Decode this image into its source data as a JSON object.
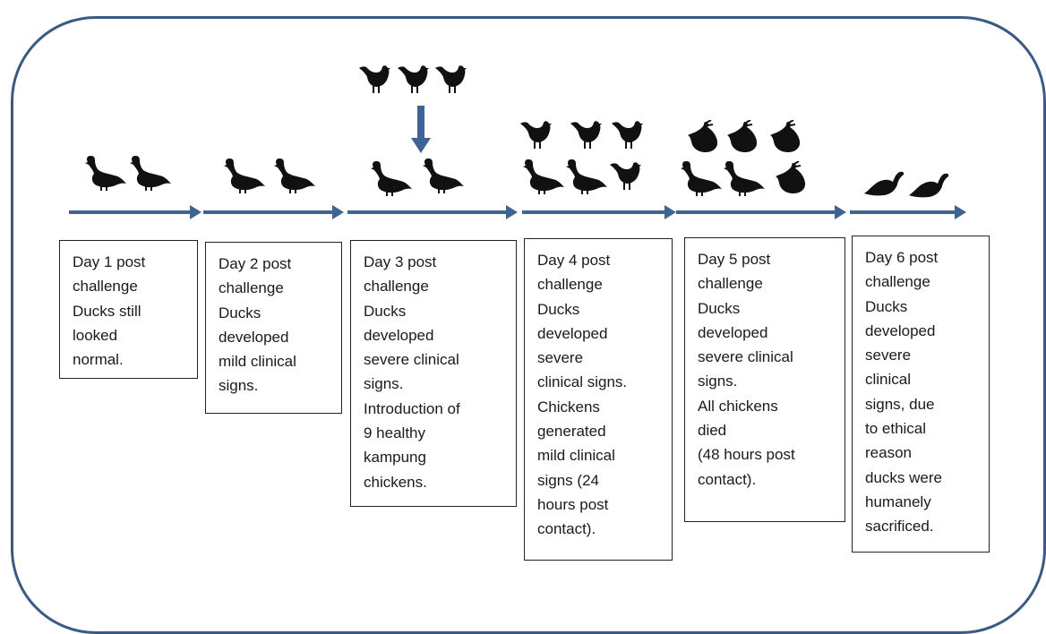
{
  "colors": {
    "frame": "#3a5a85",
    "arrow": "#3f6494",
    "silhouette": "#111111"
  },
  "stages": [
    {
      "lines": [
        "Day 1 post",
        "challenge",
        "Ducks still",
        "looked",
        "normal."
      ]
    },
    {
      "lines": [
        "Day 2 post",
        "challenge",
        "Ducks",
        "developed",
        "mild clinical",
        "signs."
      ]
    },
    {
      "lines": [
        "Day 3 post",
        "challenge",
        "Ducks",
        "developed",
        "severe clinical",
        "signs.",
        "Introduction  of",
        "9 healthy",
        "kampung",
        "chickens."
      ]
    },
    {
      "lines": [
        "Day 4 post",
        "challenge",
        "Ducks",
        "developed",
        "severe",
        "clinical signs.",
        "Chickens",
        "generated",
        "mild clinical",
        "signs (24",
        "hours post",
        "contact)."
      ]
    },
    {
      "lines": [
        "Day 5 post",
        "challenge",
        "Ducks",
        "developed",
        "severe clinical",
        "signs.",
        "All chickens",
        "died",
        "(48 hours post",
        "contact)."
      ]
    },
    {
      "lines": [
        "Day 6 post",
        "challenge",
        "Ducks",
        "developed",
        "severe",
        "clinical",
        "signs, due",
        "to ethical",
        "reason",
        "ducks were",
        "humanely",
        "sacrificed."
      ]
    }
  ],
  "icons": {
    "duck": "duck-silhouette-icon",
    "chicken": "chicken-silhouette-icon",
    "dead_chicken": "dead-chicken-icon",
    "dead_duck": "dead-duck-icon",
    "arrow": "down-arrow-icon"
  }
}
